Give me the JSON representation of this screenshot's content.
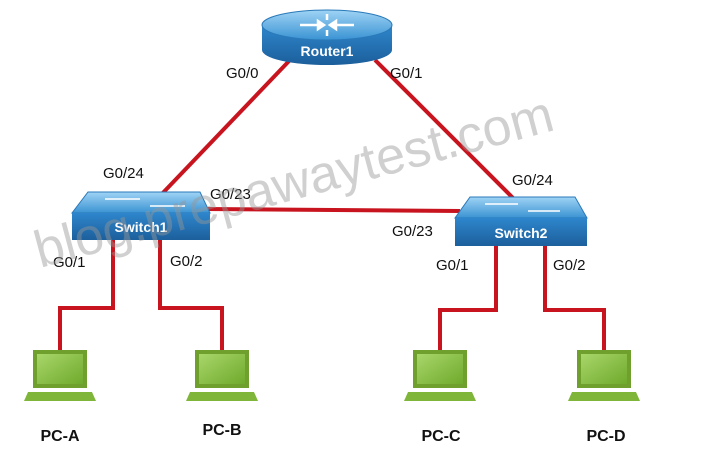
{
  "colors": {
    "link": "#c8141e",
    "device_blue": "#2f86c8",
    "pc_green": "#8cc43c"
  },
  "router": {
    "label": "Router1",
    "ports": {
      "left": "G0/0",
      "right": "G0/1"
    }
  },
  "switch1": {
    "label": "Switch1",
    "ports": {
      "uplink": "G0/24",
      "trunk": "G0/23",
      "left": "G0/1",
      "right": "G0/2"
    }
  },
  "switch2": {
    "label": "Switch2",
    "ports": {
      "uplink": "G0/24",
      "trunk": "G0/23",
      "left": "G0/1",
      "right": "G0/2"
    }
  },
  "pcs": [
    "PC-A",
    "PC-B",
    "PC-C",
    "PC-D"
  ],
  "watermark": "blog.prepawaytest.com"
}
